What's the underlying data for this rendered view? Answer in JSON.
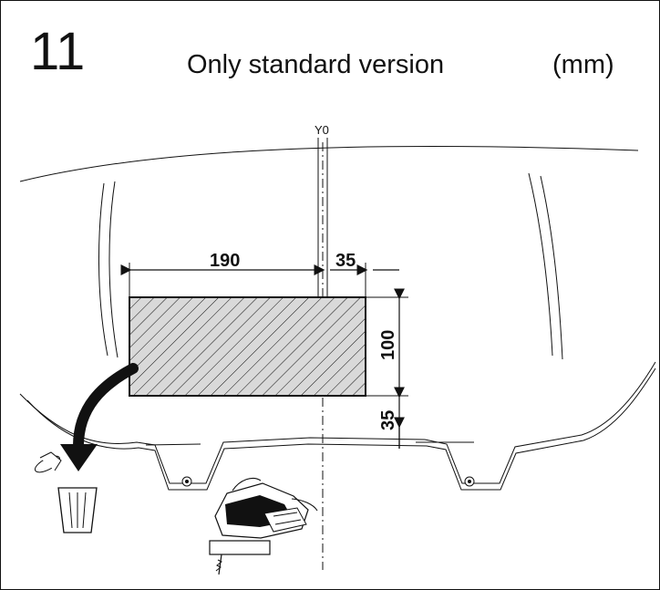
{
  "header": {
    "step_number": "11",
    "title": "Only standard version",
    "unit": "(mm)"
  },
  "diagram": {
    "axis_label": "Y0",
    "dimensions": {
      "left_width": "190",
      "right_width": "35",
      "height": "100",
      "bottom_clearance": "35"
    }
  },
  "icons": [
    "cut-area-hatched",
    "removal-arrow-icon",
    "trash-bin-icon",
    "jigsaw-icon"
  ],
  "colors": {
    "line": "#111111",
    "fill": "#d9d9d9",
    "background": "#ffffff"
  }
}
